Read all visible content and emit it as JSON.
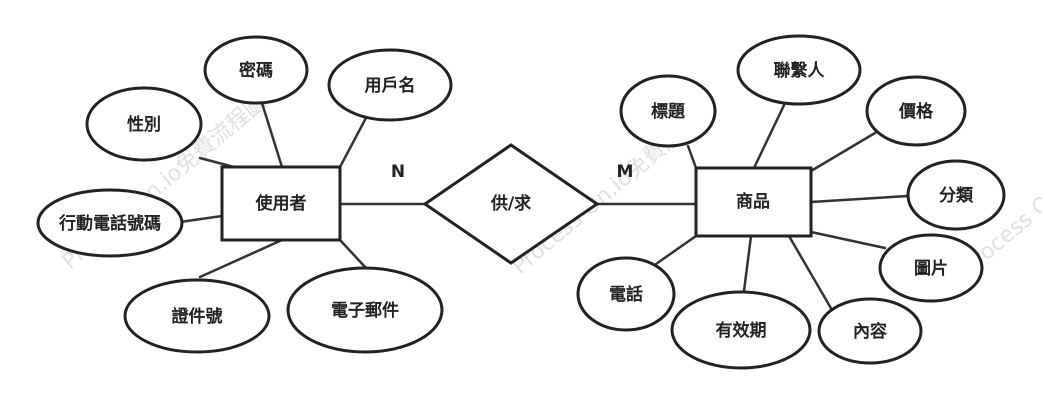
{
  "watermark": "Process On.io免費流程圖",
  "entities": {
    "user": "使用者",
    "product": "商品"
  },
  "relationship": "供/求",
  "cardinality": {
    "user_side": "N",
    "product_side": "M"
  },
  "user_attributes": {
    "password": "密碼",
    "username": "用戶名",
    "gender": "性別",
    "mobile": "行動電話號碼",
    "id_number": "證件號",
    "email": "電子郵件"
  },
  "product_attributes": {
    "title": "標題",
    "contact": "聯繫人",
    "price": "價格",
    "category": "分類",
    "image": "圖片",
    "phone": "電話",
    "expiry": "有效期",
    "content": "內容"
  }
}
